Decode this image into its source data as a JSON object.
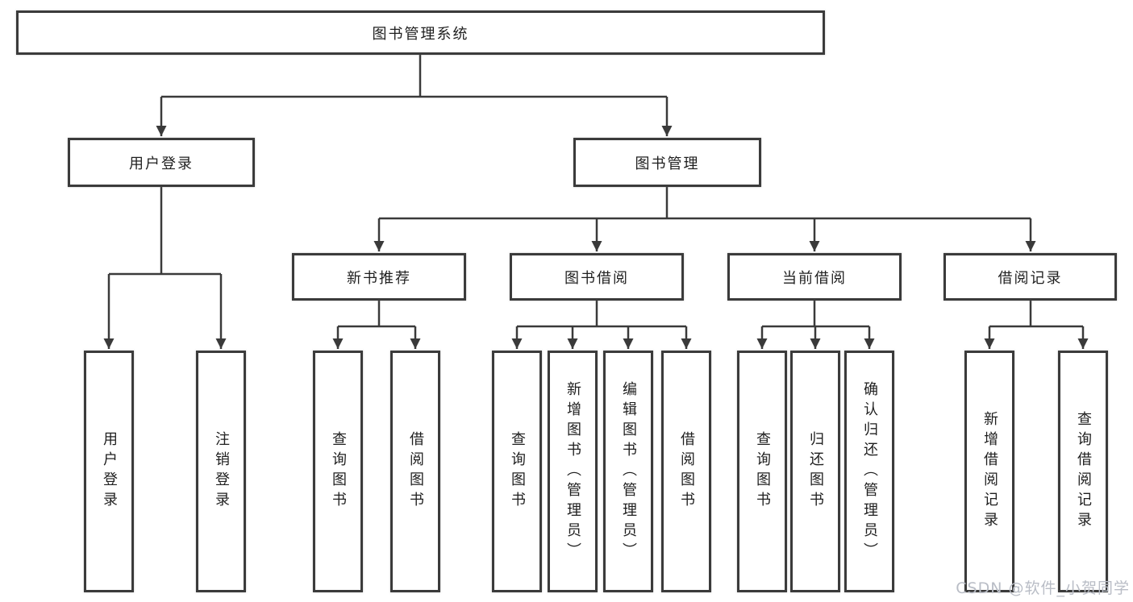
{
  "watermark": "CSDN @软件_小贺同学",
  "colors": {
    "line": "#3a3a3a",
    "box_border": "#3b3b3b",
    "box_fill": "#ffffff",
    "text": "#1f1f1f",
    "watermark": "#b9bdc6",
    "background": "#ffffff"
  },
  "tree": {
    "label": "图书管理系统",
    "children": [
      {
        "label": "用户登录",
        "children": [
          {
            "label": "用户登录"
          },
          {
            "label": "注销登录"
          }
        ]
      },
      {
        "label": "图书管理",
        "children": [
          {
            "label": "新书推荐",
            "children": [
              {
                "label": "查询图书"
              },
              {
                "label": "借阅图书"
              }
            ]
          },
          {
            "label": "图书借阅",
            "children": [
              {
                "label": "查询图书"
              },
              {
                "label": "新增图书（管理员）"
              },
              {
                "label": "编辑图书（管理员）"
              },
              {
                "label": "借阅图书"
              }
            ]
          },
          {
            "label": "当前借阅",
            "children": [
              {
                "label": "查询图书"
              },
              {
                "label": "归还图书"
              },
              {
                "label": "确认归还（管理员）"
              }
            ]
          },
          {
            "label": "借阅记录",
            "children": [
              {
                "label": "新增借阅记录"
              },
              {
                "label": "查询借阅记录"
              }
            ]
          }
        ]
      }
    ]
  }
}
